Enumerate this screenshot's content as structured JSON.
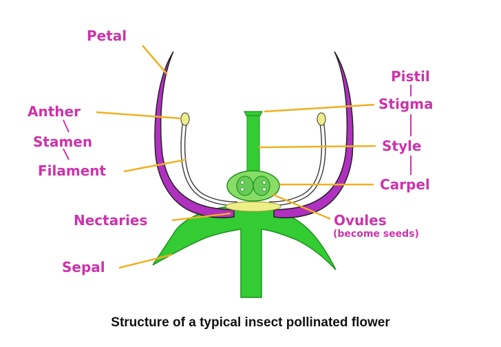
{
  "labels": {
    "petal": "Petal",
    "anther": "Anther",
    "stamen": "Stamen",
    "filament": "Filament",
    "nectaries": "Nectaries",
    "sepal": "Sepal",
    "pistil": "Pistil",
    "stigma": "Stigma",
    "style": "Style",
    "carpel": "Carpel",
    "ovules": "Ovules",
    "become_seeds": "(become seeds)"
  },
  "caption": "Structure of a typical insect pollinated flower",
  "colors": {
    "label": "#cc33aa",
    "leader": "#f0b020",
    "stem": "#33cc33",
    "stem_dark": "#1f8f1f",
    "petal": "#b030c0",
    "petal_outline": "#222222",
    "anther": "#eeee88",
    "ovary": "#88dd66"
  }
}
